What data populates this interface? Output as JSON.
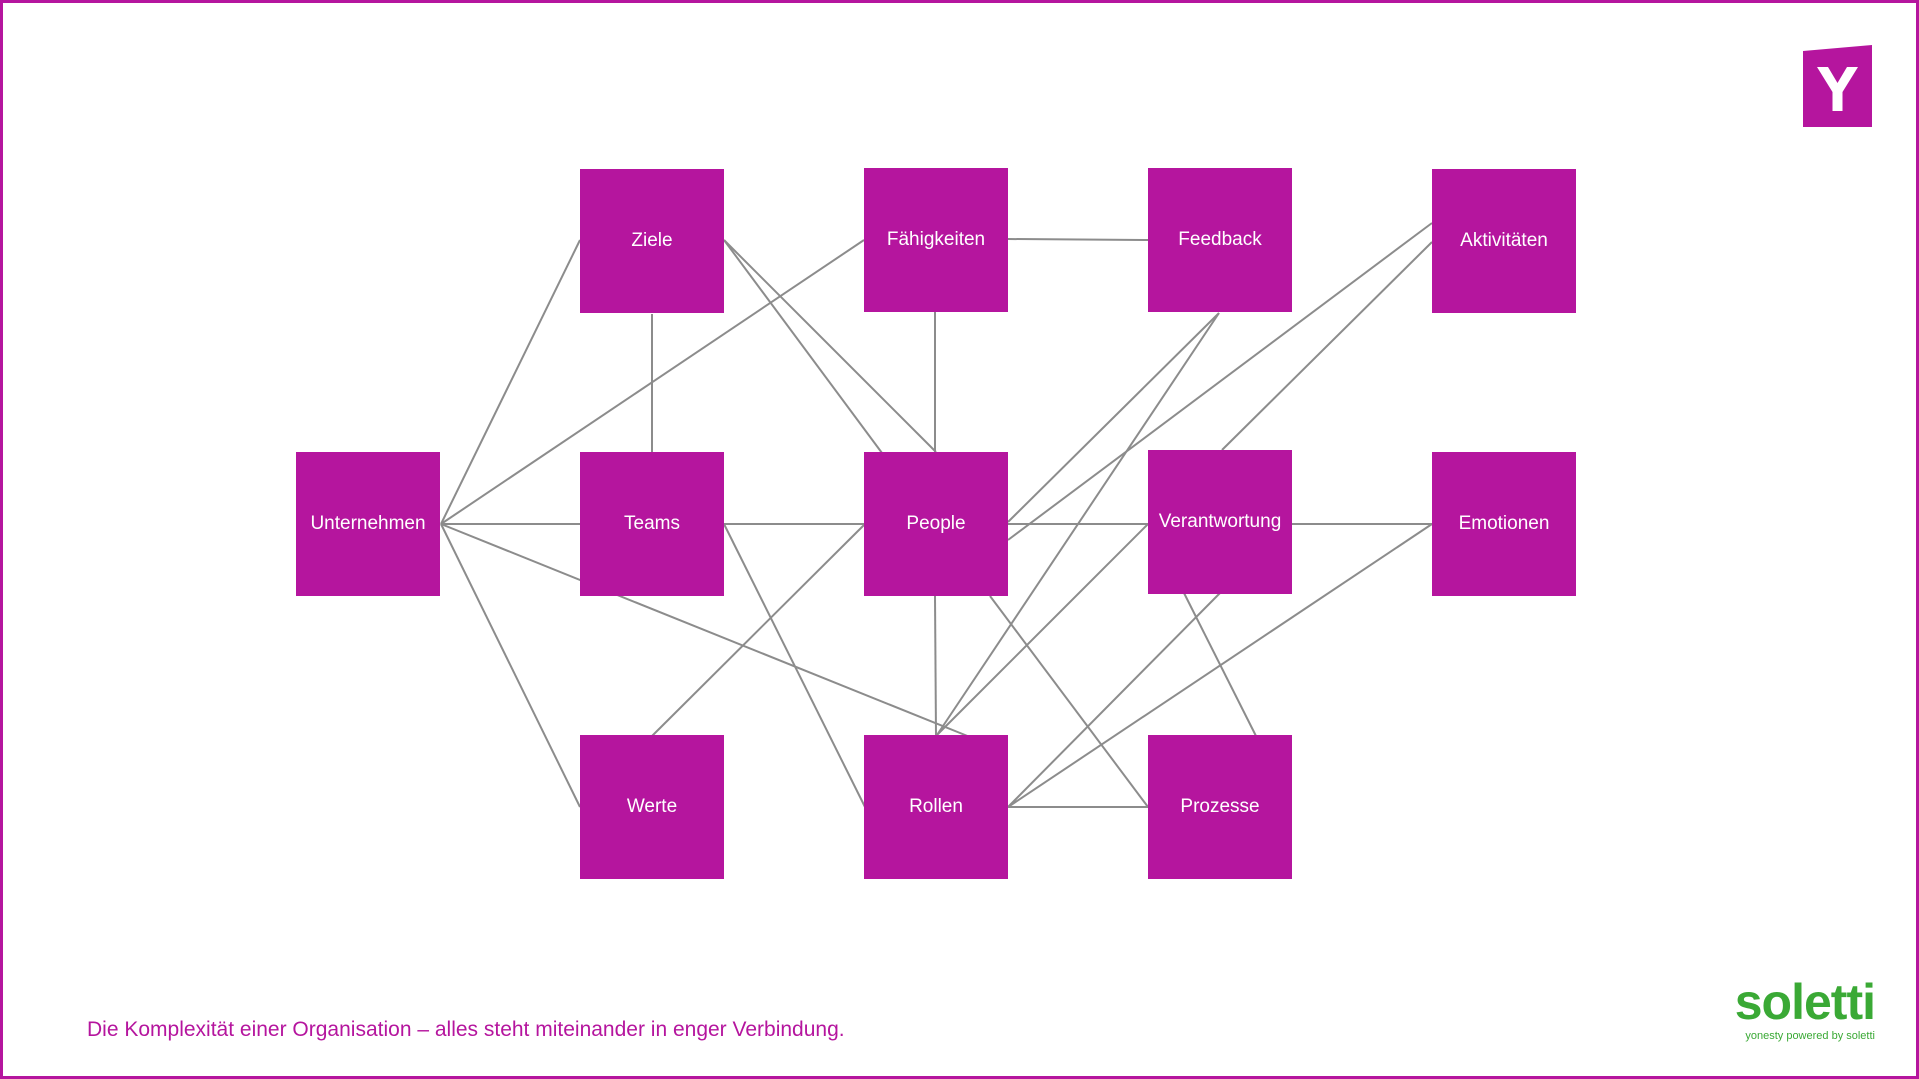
{
  "nodes": {
    "unternehmen": "Unternehmen",
    "ziele": "Ziele",
    "faehigkeiten": "Fähigkeiten",
    "feedback": "Feedback",
    "aktivitaeten": "Aktivitäten",
    "teams": "Teams",
    "people": "People",
    "verantwortung": "Verantwortung",
    "emotionen": "Emotionen",
    "werte": "Werte",
    "rollen": "Rollen",
    "prozesse": "Prozesse"
  },
  "edges": [
    [
      "unternehmen",
      "ziele"
    ],
    [
      "unternehmen",
      "faehigkeiten"
    ],
    [
      "unternehmen",
      "teams"
    ],
    [
      "unternehmen",
      "rollen"
    ],
    [
      "unternehmen",
      "werte"
    ],
    [
      "ziele",
      "teams"
    ],
    [
      "ziele",
      "people"
    ],
    [
      "ziele",
      "people"
    ],
    [
      "faehigkeiten",
      "feedback"
    ],
    [
      "faehigkeiten",
      "people"
    ],
    [
      "feedback",
      "people"
    ],
    [
      "feedback",
      "rollen"
    ],
    [
      "aktivitaeten",
      "people"
    ],
    [
      "aktivitaeten",
      "verantwortung"
    ],
    [
      "teams",
      "people"
    ],
    [
      "teams",
      "rollen"
    ],
    [
      "people",
      "verantwortung"
    ],
    [
      "people",
      "werte"
    ],
    [
      "people",
      "rollen"
    ],
    [
      "people",
      "prozesse"
    ],
    [
      "verantwortung",
      "emotionen"
    ],
    [
      "verantwortung",
      "rollen"
    ],
    [
      "verantwortung",
      "rollen"
    ],
    [
      "verantwortung",
      "prozesse"
    ],
    [
      "emotionen",
      "rollen"
    ],
    [
      "rollen",
      "prozesse"
    ]
  ],
  "logo": {
    "letter": "Y",
    "color": "#b5159e"
  },
  "caption": "Die Komplexität einer Organisation – alles steht miteinander in enger Verbindung.",
  "brand": {
    "name": "soletti",
    "tagline": "yonesty powered by soletti",
    "color": "#3aa935"
  },
  "accent_color": "#b5159e"
}
